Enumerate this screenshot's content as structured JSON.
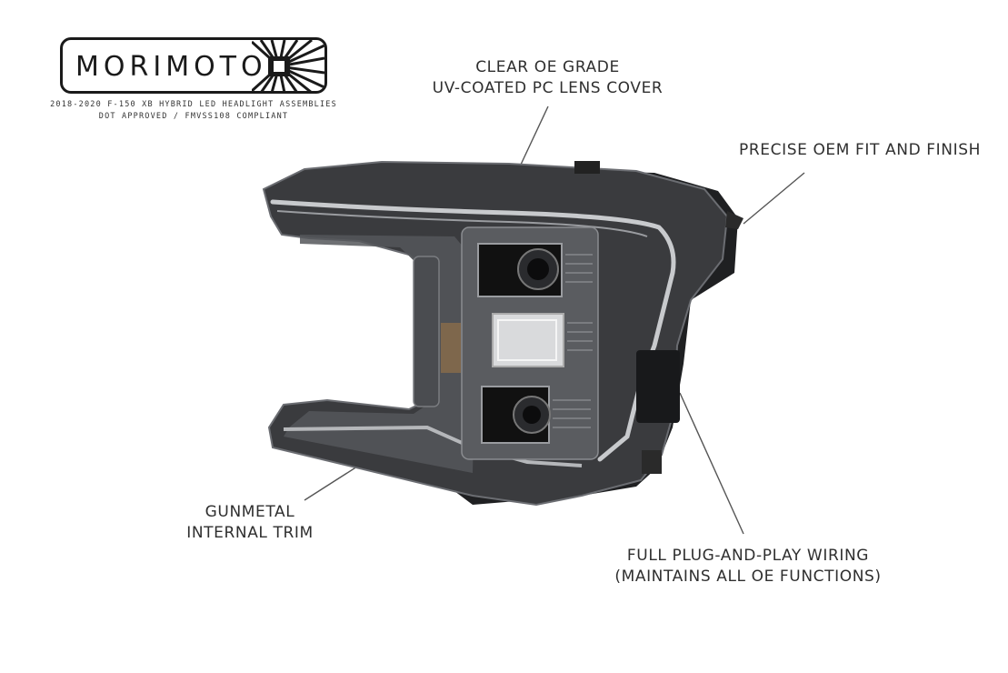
{
  "brand": {
    "logo_text": "MORIMOTO",
    "tagline_line1": "2018-2020 F-150 XB HYBRID LED HEADLIGHT ASSEMBLIES",
    "tagline_line2": "DOT APPROVED / FMVSS108 COMPLIANT"
  },
  "callouts": {
    "lens": {
      "line1": "CLEAR OE GRADE",
      "line2": "UV-COATED PC LENS COVER"
    },
    "fit": {
      "line1": "PRECISE OEM FIT AND FINISH"
    },
    "trim": {
      "line1": "GUNMETAL",
      "line2": "INTERNAL TRIM"
    },
    "wiring": {
      "line1": "FULL PLUG-AND-PLAY WIRING",
      "line2": "(MAINTAINS ALL OE FUNCTIONS)"
    }
  },
  "colors": {
    "background": "#ffffff",
    "housing": "#3a3b3e",
    "trim": "#55575b",
    "leader_line": "#555555"
  }
}
